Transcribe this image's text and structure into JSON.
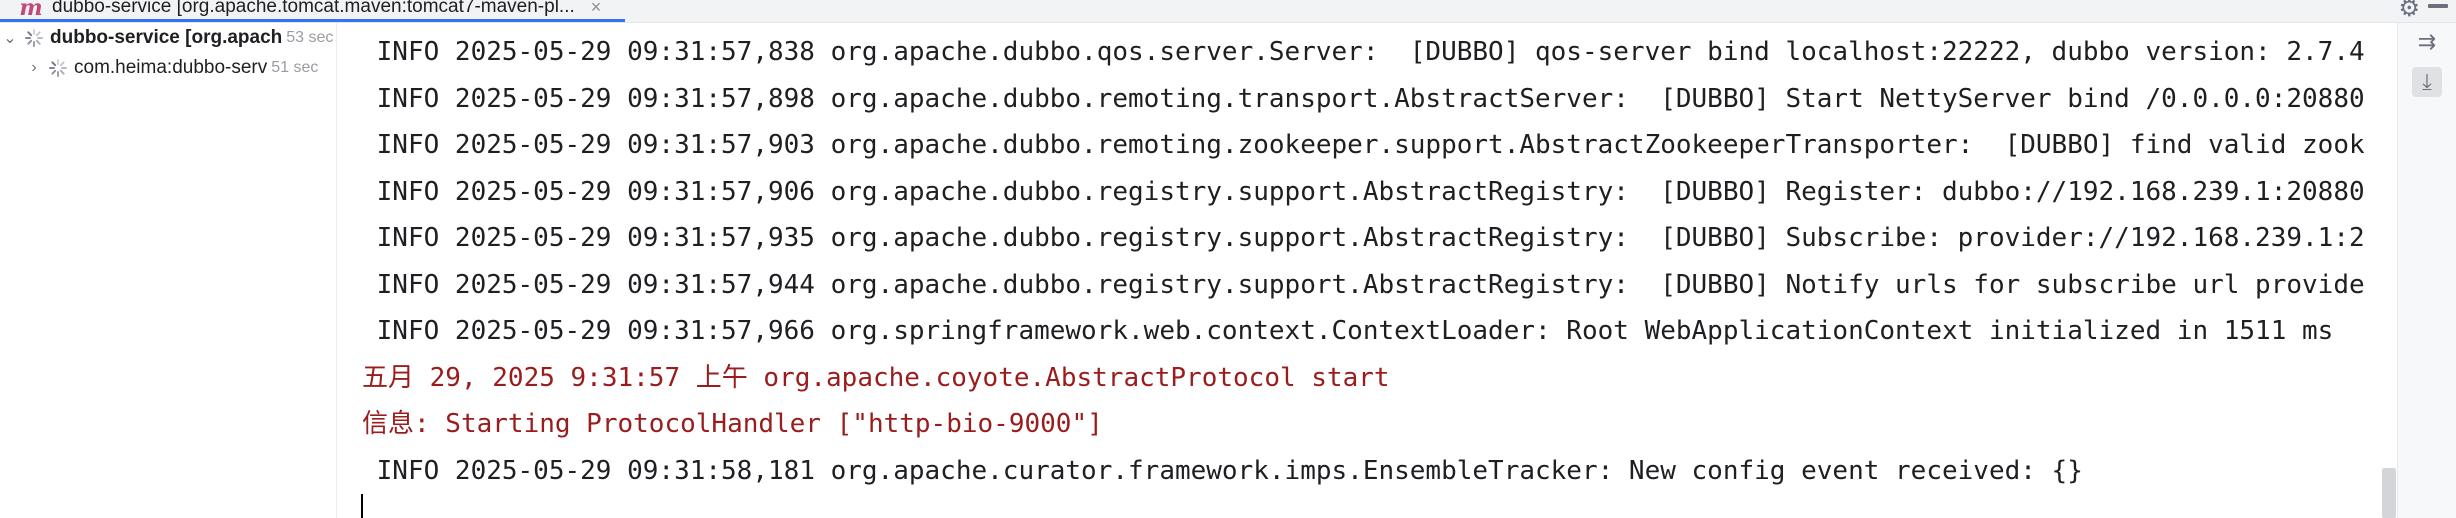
{
  "tab": {
    "icon": "maven-icon",
    "title": "dubbo-service [org.apache.tomcat.maven:tomcat7-maven-pl...",
    "close": "×"
  },
  "tree": [
    {
      "label": "dubbo-service [org.apach",
      "time": "53 sec",
      "bold": true,
      "expanded": true
    },
    {
      "label": "com.heima:dubbo-serv",
      "time": "51 sec",
      "bold": false,
      "expanded": false
    }
  ],
  "console": [
    {
      "text": " INFO 2025-05-29 09:31:57,838 org.apache.dubbo.qos.server.Server:  [DUBBO] qos-server bind localhost:22222, dubbo version: 2.7.4",
      "type": "info"
    },
    {
      "text": " INFO 2025-05-29 09:31:57,898 org.apache.dubbo.remoting.transport.AbstractServer:  [DUBBO] Start NettyServer bind /0.0.0.0:20880",
      "type": "info"
    },
    {
      "text": " INFO 2025-05-29 09:31:57,903 org.apache.dubbo.remoting.zookeeper.support.AbstractZookeeperTransporter:  [DUBBO] find valid zook",
      "type": "info"
    },
    {
      "text": " INFO 2025-05-29 09:31:57,906 org.apache.dubbo.registry.support.AbstractRegistry:  [DUBBO] Register: dubbo://192.168.239.1:20880",
      "type": "info"
    },
    {
      "text": " INFO 2025-05-29 09:31:57,935 org.apache.dubbo.registry.support.AbstractRegistry:  [DUBBO] Subscribe: provider://192.168.239.1:2",
      "type": "info"
    },
    {
      "text": " INFO 2025-05-29 09:31:57,944 org.apache.dubbo.registry.support.AbstractRegistry:  [DUBBO] Notify urls for subscribe url provide",
      "type": "info"
    },
    {
      "text": " INFO 2025-05-29 09:31:57,966 org.springframework.web.context.ContextLoader: Root WebApplicationContext initialized in 1511 ms",
      "type": "info"
    },
    {
      "text": "五月 29, 2025 9:31:57 上午 org.apache.coyote.AbstractProtocol start",
      "type": "err"
    },
    {
      "text": "信息: Starting ProtocolHandler [\"http-bio-9000\"]",
      "type": "err"
    },
    {
      "text": " INFO 2025-05-29 09:31:58,181 org.apache.curator.framework.imps.EnsembleTracker: New config event received: {}",
      "type": "info"
    }
  ],
  "tools": [
    {
      "icon": "soft-wrap-icon",
      "active": false
    },
    {
      "icon": "scroll-to-end-icon",
      "active": true
    }
  ],
  "colors": {
    "accent": "#3574f0",
    "stderr": "#9b1c1c",
    "text": "#1e1f22"
  }
}
